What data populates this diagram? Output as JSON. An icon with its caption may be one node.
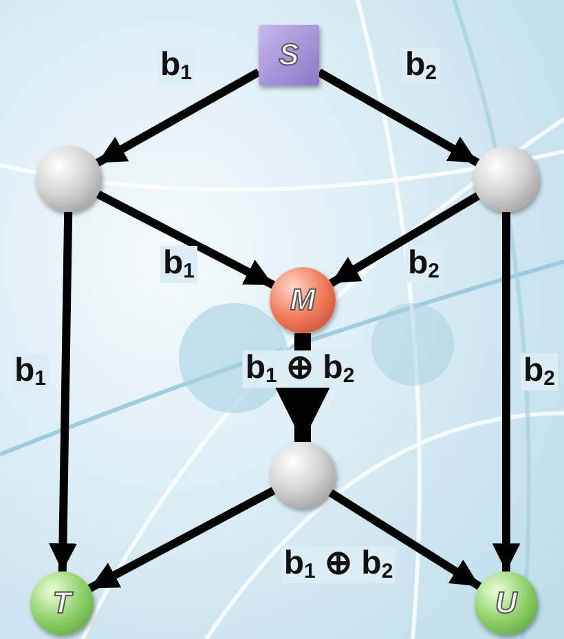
{
  "diagram": {
    "nodes": [
      {
        "text": [
          "S"
        ]
      },
      {
        "text": [],
        "shape": "circle"
      },
      {
        "text": [],
        "shape": "circle"
      },
      {
        "text": [
          "M"
        ]
      },
      {
        "text": [],
        "shape": "circle"
      },
      {
        "text": [
          "T"
        ]
      },
      {
        "text": [
          "U"
        ]
      }
    ],
    "edges": [
      {
        "from": 0,
        "to": 1,
        "arrow": "to",
        "label": "b$_{1}$"
      },
      {
        "from": 0,
        "to": 2,
        "arrow": "to",
        "label": "b$_{2}$"
      },
      {
        "from": 1,
        "to": 3,
        "arrow": "to",
        "label": "b$_{1}$"
      },
      {
        "from": 2,
        "to": 3,
        "arrow": "to",
        "label": "b$_{2}$"
      },
      {
        "from": 1,
        "to": 5,
        "arrow": "to",
        "label": "b$_{1}$"
      },
      {
        "from": 2,
        "to": 6,
        "arrow": "to",
        "label": "b$_{2}$"
      },
      {
        "from": 3,
        "to": 4,
        "arrow": "to",
        "label": "b$_{1}$ ⊕ b$_{2}$",
        "style": "thick"
      },
      {
        "from": 4,
        "to": 5,
        "arrow": "to"
      },
      {
        "from": 4,
        "to": 6,
        "arrow": "to"
      }
    ],
    "labels": [
      "b$_{1}$ ⊕ b$_{2}$"
    ]
  }
}
